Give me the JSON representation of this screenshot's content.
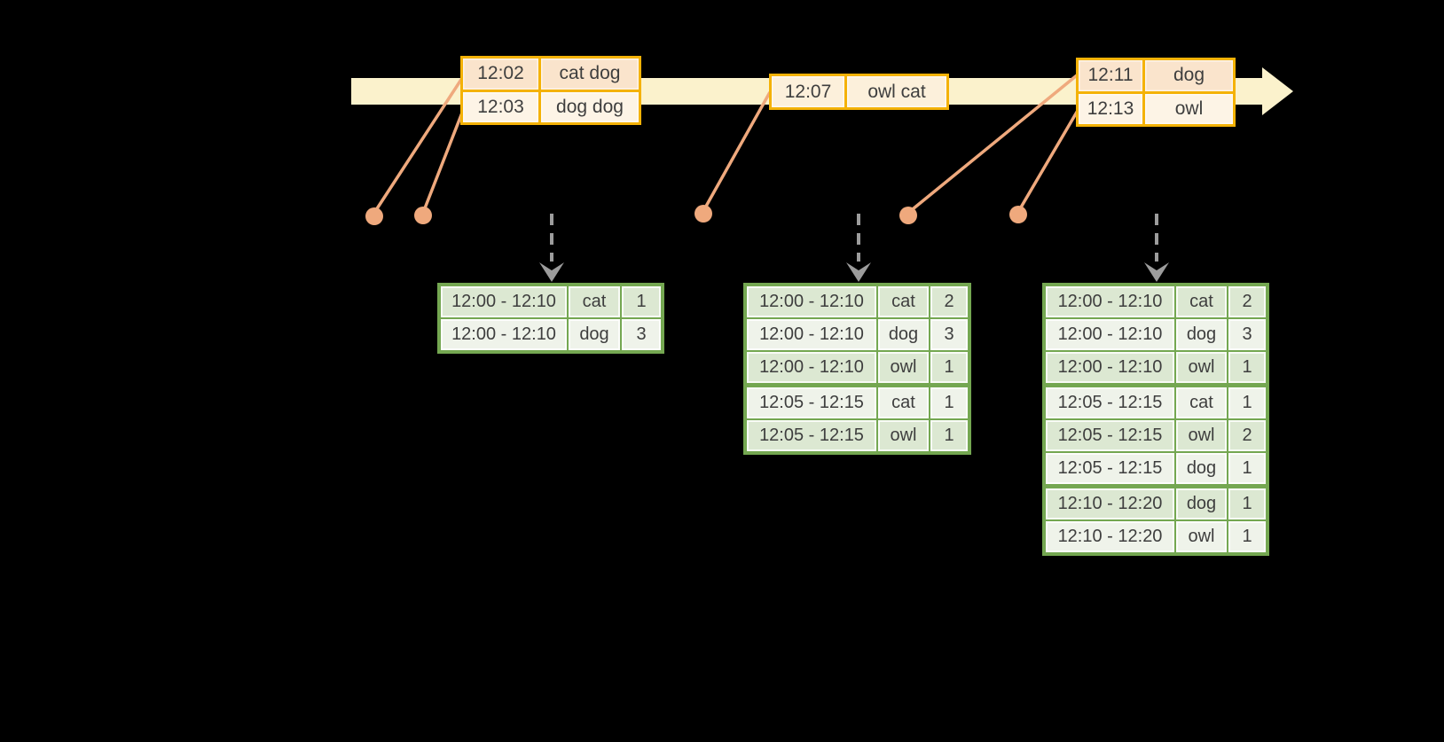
{
  "palette": {
    "background": "#000000",
    "timeline_fill": "#FBF2CC",
    "event_border_gold": "#F4B206",
    "event_row_peach": "#FAE4CC",
    "event_row_cream": "#FDF4E6",
    "connector_orange": "#EFA97D",
    "trigger_arrow_gray": "#9C9C9C",
    "table_border_green": "#74A751",
    "cell_green_dark": "#DCE8D2",
    "cell_green_light": "#EFF3EA",
    "text": "#3E3E3E"
  },
  "events": [
    {
      "rows": [
        {
          "time": "12:02",
          "words": "cat dog"
        },
        {
          "time": "12:03",
          "words": "dog dog"
        }
      ]
    },
    {
      "rows": [
        {
          "time": "12:07",
          "words": "owl cat"
        }
      ]
    },
    {
      "rows": [
        {
          "time": "12:11",
          "words": "dog"
        },
        {
          "time": "12:13",
          "words": "owl"
        }
      ]
    }
  ],
  "result_tables": [
    {
      "rows": [
        {
          "window": "12:00 - 12:10",
          "word": "cat",
          "count": "1"
        },
        {
          "window": "12:00 - 12:10",
          "word": "dog",
          "count": "3"
        }
      ]
    },
    {
      "rows": [
        {
          "window": "12:00 - 12:10",
          "word": "cat",
          "count": "2"
        },
        {
          "window": "12:00 - 12:10",
          "word": "dog",
          "count": "3"
        },
        {
          "window": "12:00 - 12:10",
          "word": "owl",
          "count": "1"
        },
        {
          "window": "12:05 - 12:15",
          "word": "cat",
          "count": "1",
          "group_start": true
        },
        {
          "window": "12:05 - 12:15",
          "word": "owl",
          "count": "1"
        }
      ]
    },
    {
      "rows": [
        {
          "window": "12:00 - 12:10",
          "word": "cat",
          "count": "2"
        },
        {
          "window": "12:00 - 12:10",
          "word": "dog",
          "count": "3"
        },
        {
          "window": "12:00 - 12:10",
          "word": "owl",
          "count": "1"
        },
        {
          "window": "12:05 - 12:15",
          "word": "cat",
          "count": "1",
          "group_start": true
        },
        {
          "window": "12:05 - 12:15",
          "word": "owl",
          "count": "2"
        },
        {
          "window": "12:05 - 12:15",
          "word": "dog",
          "count": "1"
        },
        {
          "window": "12:10 - 12:20",
          "word": "dog",
          "count": "1",
          "group_start": true
        },
        {
          "window": "12:10 - 12:20",
          "word": "owl",
          "count": "1"
        }
      ]
    }
  ]
}
